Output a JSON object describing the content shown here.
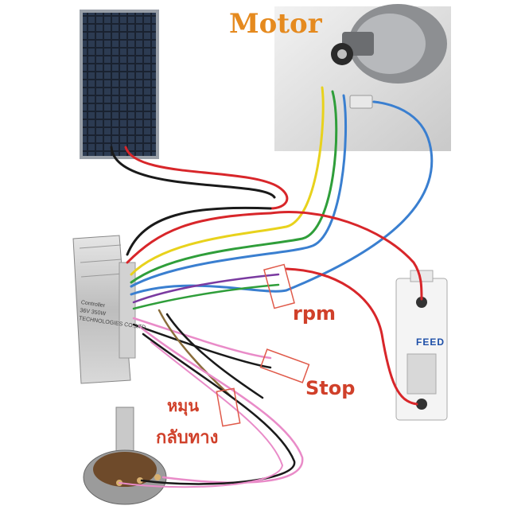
{
  "labels": {
    "motor": "Motor",
    "rpm": "rpm",
    "stop": "Stop",
    "reverse_line1": "หมุน",
    "reverse_line2": "กลับทาง"
  },
  "breaker": {
    "brand": "FEED"
  },
  "controller": {
    "label_lines": [
      "Controller",
      "36V 350W",
      "TECHNOLOGIES CO.,LTD."
    ]
  },
  "colors": {
    "label_orange": "#e58a1f",
    "label_red": "#d0402a",
    "wire_red": "#d8262a",
    "wire_blue": "#3a7fd0",
    "wire_green": "#2f9e3a",
    "wire_yellow": "#e8d21c",
    "wire_black": "#1a1a1a",
    "wire_pink": "#e98bc8"
  }
}
